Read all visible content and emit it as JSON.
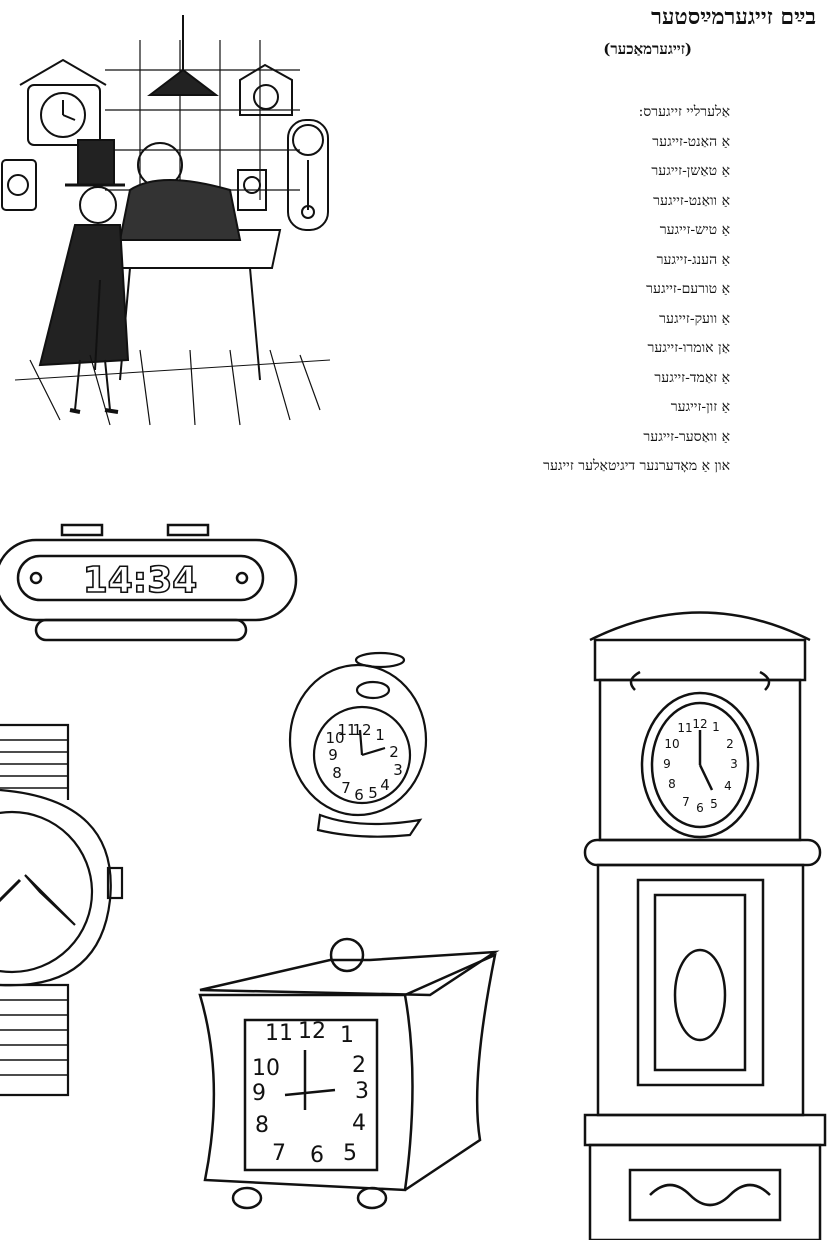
{
  "page": {
    "title": "בײַם זייגערמײַסטער",
    "subtitle": "(זייגערמאַכער)"
  },
  "list": {
    "intro": "אַלערליי זייגערס:",
    "items": [
      "אַ האַנט-זייגער",
      "אַ טאַשן-זייגער",
      "אַ וואַנט-זייגער",
      "אַ טיש-זייגער",
      "אַ הענג-זייגער",
      "אַ טורעם-זייגער",
      "אַ וועק-זייגער",
      "אַן אומרו-זייגער",
      "אַ זאַמד-זייגער",
      "אַ זון-זייגער",
      "אַ וואַסער-זייגער",
      "און אַ מאָדערנער דיגיטאַלער זייגער"
    ]
  },
  "digital_clock": {
    "display": "14:34"
  }
}
